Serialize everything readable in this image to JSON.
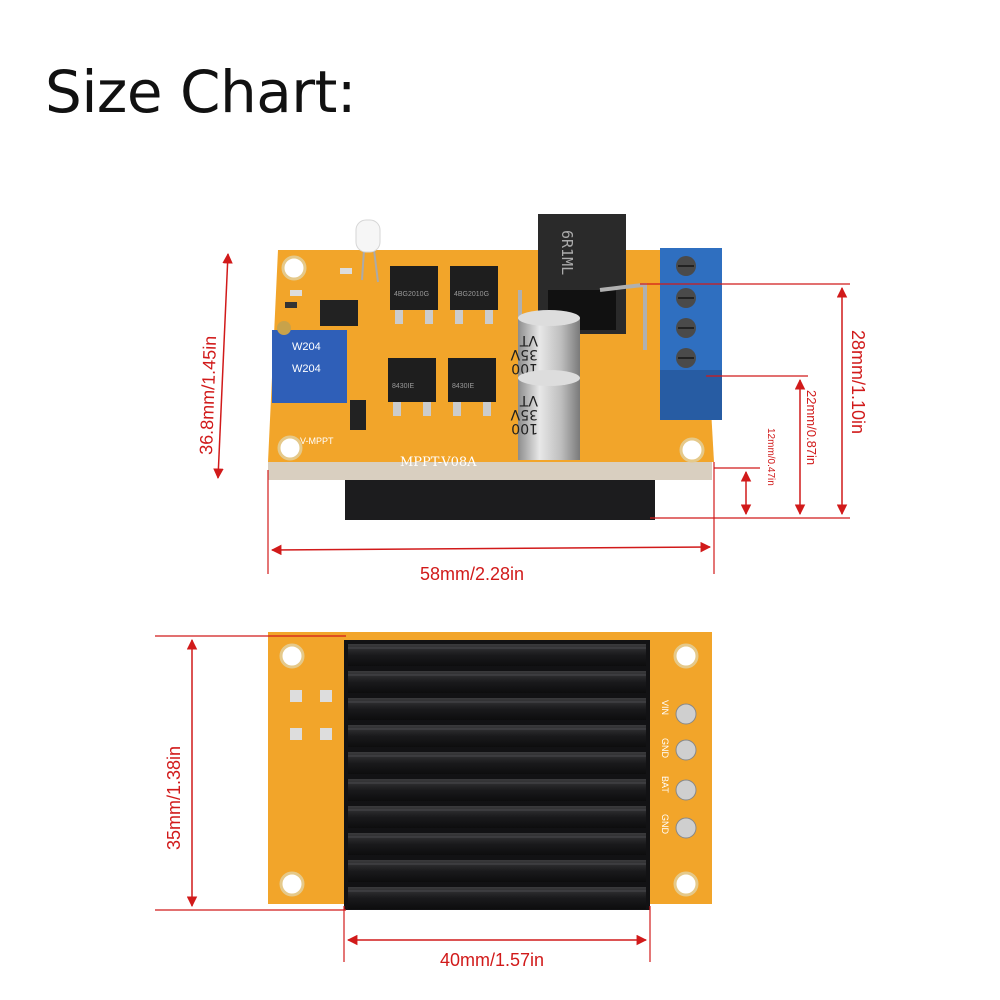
{
  "title": "Size Chart:",
  "board": {
    "model_label": "MPPT-V08A",
    "inductor_label": "6R1ML",
    "cap1_label": [
      "100",
      "35V",
      "VT"
    ],
    "cap2_label": [
      "100",
      "35V",
      "VT"
    ],
    "trimpot_label": "W204",
    "mosfet_label_top": "4BG2010G",
    "mosfet_label_bottom": "8430IE",
    "vmppt_label": "V-MPPT",
    "terminal_labels": [
      "VIN",
      "GND",
      "BAT",
      "GND"
    ]
  },
  "dimensions": {
    "top_view": {
      "height": "36.8mm/1.45in",
      "width": "58mm/2.28in",
      "total_height": "28mm/1.10in",
      "mid_height": "22mm/0.87in",
      "small_height": "12mm/0.47in"
    },
    "bottom_view": {
      "height": "35mm/1.38in",
      "heatsink_width": "40mm/1.57in"
    }
  },
  "colors": {
    "pcb": "#f2a52a",
    "heatsink": "#1c1c1e",
    "terminal": "#2f6fc0",
    "dimension": "#d11a1a"
  }
}
